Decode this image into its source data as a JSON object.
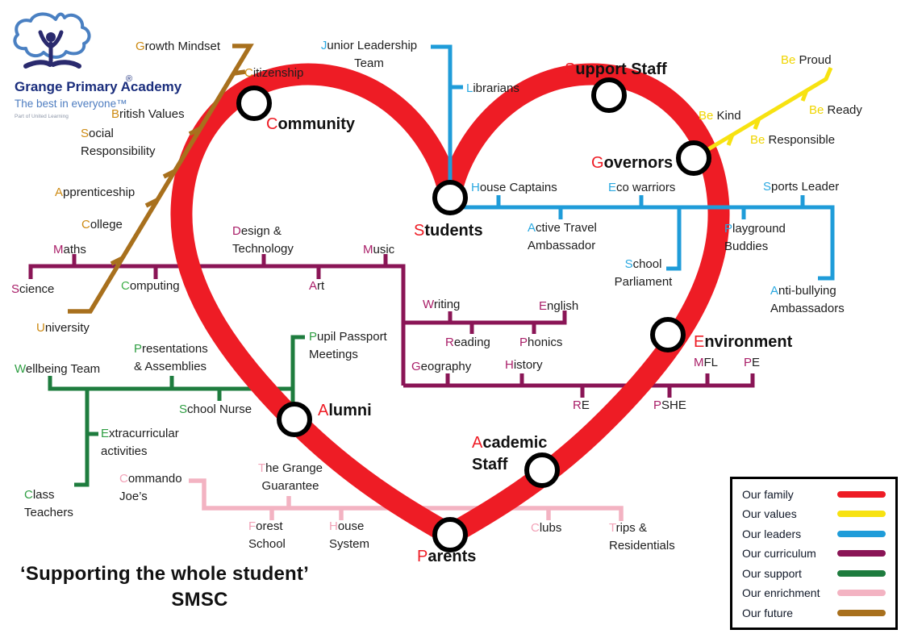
{
  "logo": {
    "name": "Grange Primary Academy",
    "tagline": "The best in everyone™",
    "subtext": "Part of United Learning",
    "registered": "®"
  },
  "title": {
    "line1": "‘Supporting the whole student’",
    "line2": "SMSC"
  },
  "colors": {
    "family": "#ee1c25",
    "values": "#f7e211",
    "leaders": "#1f9cd9",
    "curriculum": "#8a1556",
    "support": "#1e7c3e",
    "enrichment": "#f3b3c2",
    "future": "#a8701d",
    "future_letter": "#cd8a12",
    "leaders_letter": "#2ba9e1",
    "values_letter": "#f0d500",
    "curriculum_letter": "#a91e68",
    "computing_letter": "#3faf49",
    "support_letter": "#2f9e43",
    "enrichment_letter": "#f2a3b8"
  },
  "stations": {
    "community": {
      "first": "C",
      "rest": "ommunity"
    },
    "students": {
      "first": "S",
      "rest": "tudents"
    },
    "support_staff": {
      "first": "S",
      "rest": "upport Staff"
    },
    "governors": {
      "first": "G",
      "rest": "overnors"
    },
    "environment": {
      "first": "E",
      "rest": "nvironment"
    },
    "alumni": {
      "first": "A",
      "rest": "lumni"
    },
    "academic_staff": {
      "first": "A",
      "rest": "cademic",
      "line2": "Staff"
    },
    "parents": {
      "first": "P",
      "rest": "arents"
    }
  },
  "labels": {
    "growth_mindset": {
      "first": "G",
      "rest": "rowth Mindset"
    },
    "citizenship": {
      "first": "C",
      "rest": "itizenship"
    },
    "british_values": {
      "first": "B",
      "rest": "ritish Values"
    },
    "social_responsibility": {
      "first": "S",
      "rest": "ocial",
      "line2": "Responsibility"
    },
    "apprenticeship": {
      "first": "A",
      "rest": "pprenticeship"
    },
    "college": {
      "first": "C",
      "rest": "ollege"
    },
    "university": {
      "first": "U",
      "rest": "niversity"
    },
    "junior_leadership": {
      "first": "J",
      "rest": "unior Leadership",
      "line2": "Team"
    },
    "librarians": {
      "first": "L",
      "rest": "ibrarians"
    },
    "house_captains": {
      "first": "H",
      "rest": "ouse Captains"
    },
    "active_travel": {
      "first": "A",
      "rest": "ctive Travel",
      "line2": "Ambassador"
    },
    "eco_warriors": {
      "first": "E",
      "rest": "co warriors"
    },
    "school_parliament": {
      "first": "S",
      "rest": "chool",
      "line2": "Parliament"
    },
    "playground_buddies": {
      "first": "P",
      "rest": "layground",
      "line2": "Buddies"
    },
    "sports_leader": {
      "first": "S",
      "rest": "ports Leader"
    },
    "anti_bullying": {
      "first": "A",
      "rest": "nti-bullying",
      "line2": "Ambassadors"
    },
    "be_kind": {
      "first": "Be",
      "rest": " Kind"
    },
    "be_responsible": {
      "first": "Be",
      "rest": " Responsible"
    },
    "be_ready": {
      "first": "Be",
      "rest": " Ready"
    },
    "be_proud": {
      "first": "Be",
      "rest": " Proud"
    },
    "maths": {
      "first": "M",
      "rest": "aths"
    },
    "science": {
      "first": "S",
      "rest": "cience"
    },
    "computing": {
      "first": "C",
      "rest": "omputing"
    },
    "design_technology": {
      "first": "D",
      "rest": "esign &",
      "line2": "Technology"
    },
    "art": {
      "first": "A",
      "rest": "rt"
    },
    "music": {
      "first": "M",
      "rest": "usic"
    },
    "writing": {
      "first": "W",
      "rest": "riting"
    },
    "english": {
      "first": "E",
      "rest": "nglish"
    },
    "reading": {
      "first": "R",
      "rest": "eading"
    },
    "phonics": {
      "first": "P",
      "rest": "honics"
    },
    "geography": {
      "first": "G",
      "rest": "eography"
    },
    "history": {
      "first": "H",
      "rest": "istory"
    },
    "re": {
      "first": "R",
      "rest": "E"
    },
    "pshe": {
      "first": "P",
      "rest": "SHE"
    },
    "mfl": {
      "first": "M",
      "rest": "FL"
    },
    "pe": {
      "first": "P",
      "rest": "E"
    },
    "wellbeing_team": {
      "first": "W",
      "rest": "ellbeing Team"
    },
    "presentations": {
      "first": "P",
      "rest": "resentations",
      "line2": "& Assemblies"
    },
    "school_nurse": {
      "first": "S",
      "rest": "chool Nurse"
    },
    "pupil_passport": {
      "first": "P",
      "rest": "upil Passport",
      "line2": "Meetings"
    },
    "extracurricular": {
      "first": "E",
      "rest": "xtracurricular",
      "line2": "activities"
    },
    "class_teachers": {
      "first": "C",
      "rest": "lass",
      "line2": "Teachers"
    },
    "commando_joes": {
      "first": "C",
      "rest": "ommando",
      "line2": "Joe’s"
    },
    "the_grange": {
      "first": "T",
      "rest": "he Grange",
      "line2": "Guarantee"
    },
    "forest_school": {
      "first": "F",
      "rest": "orest",
      "line2": "School"
    },
    "house_system": {
      "first": "H",
      "rest": "ouse",
      "line2": "System"
    },
    "clubs": {
      "first": "C",
      "rest": "lubs"
    },
    "trips_residentials": {
      "first": "T",
      "rest": "rips &",
      "line2": "Residentials"
    }
  },
  "legend": {
    "items": [
      {
        "label": "Our family",
        "color": "#ee1c25"
      },
      {
        "label": "Our values",
        "color": "#f7e211"
      },
      {
        "label": "Our leaders",
        "color": "#1f9cd9"
      },
      {
        "label": "Our curriculum",
        "color": "#8a1556"
      },
      {
        "label": "Our support",
        "color": "#1e7c3e"
      },
      {
        "label": "Our enrichment",
        "color": "#f3b3c2"
      },
      {
        "label": "Our future",
        "color": "#a8701d"
      }
    ]
  }
}
